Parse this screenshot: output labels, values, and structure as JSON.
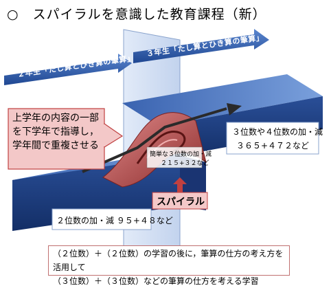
{
  "title": "○　スパイラルを意識した教育課程（新）",
  "arrows": {
    "grade2": "２年生「たし算とひき算の筆算」",
    "grade3": "３年生「たし算とひき算の筆算」"
  },
  "callout": "上学年の内容の一部を下学年で指導し，学年間で重複させる",
  "boxes": {
    "grade2_box": "２位数の加・減 ９５+４８など",
    "grade3_box_line1": "３位数や４位数の加・減",
    "grade3_box_line2": "３６５+４７２など",
    "simple_label_line1": "簡単な３位数の加・減",
    "simple_label_line2": "２１５+３２など"
  },
  "spiral_label": "スパイラル",
  "note": {
    "line1": "（２位数）＋（２位数）の学習の後に，筆算の仕方の考え方を活用して",
    "line2": "（３位数）＋（３位数）などの筆算の仕方を考える学習"
  },
  "colors": {
    "block_dark": "#1e3a7a",
    "block_mid": "#2f5aa8",
    "block_light": "#4a76c4",
    "callout_fill": "#f3c8c8",
    "callout_stroke": "#c04040",
    "spiral_fill": "#b04a4a",
    "plane_fill": "#c9d9f0"
  }
}
